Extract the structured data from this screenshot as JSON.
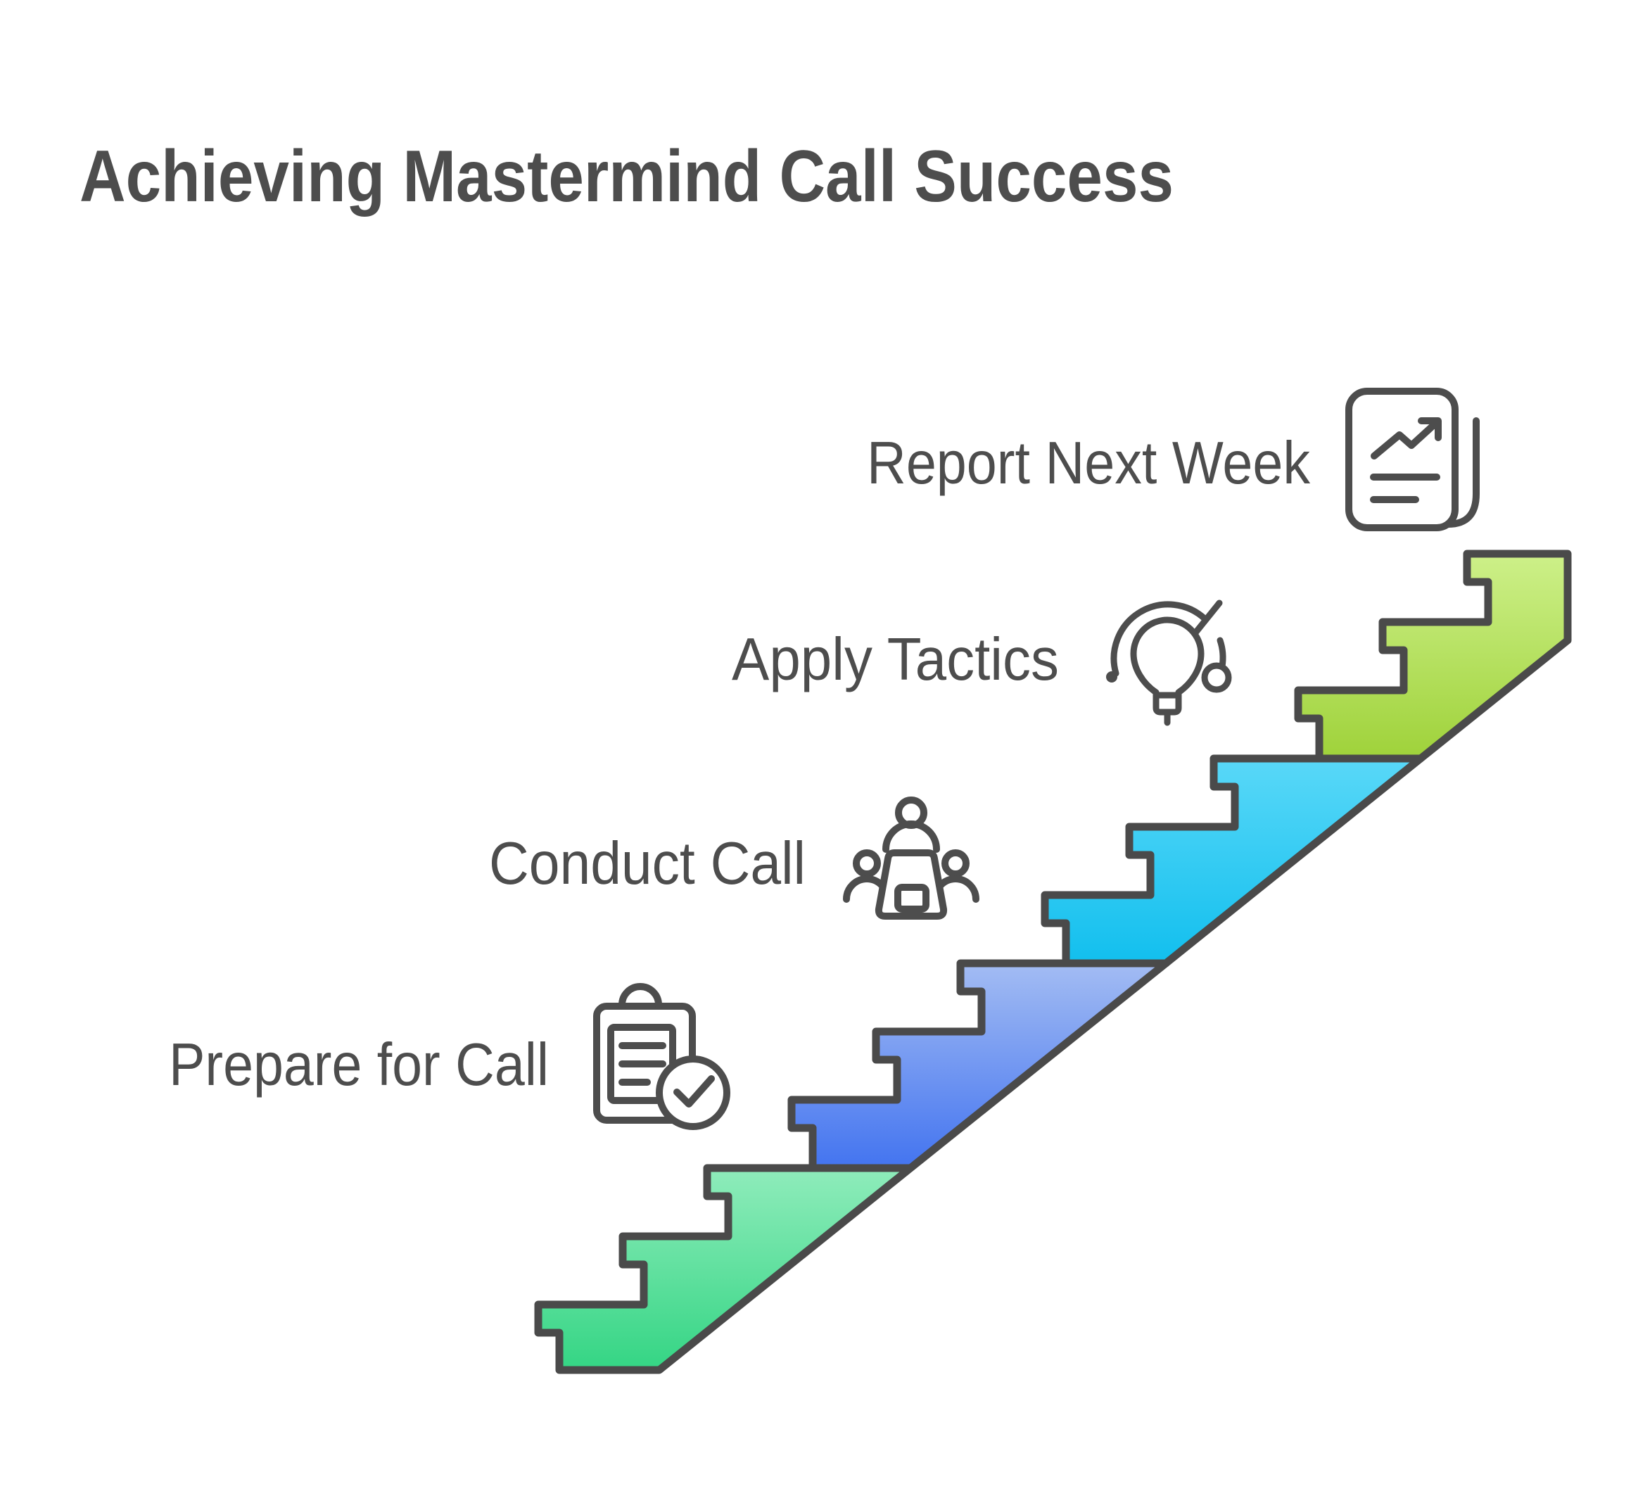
{
  "title": "Achieving Mastermind Call Success",
  "colors": {
    "background": "#ffffff",
    "outline": "#4a4a4a",
    "text": "#4d4d4d",
    "icon_stroke": "#4d4d4d"
  },
  "steps": [
    {
      "label": "Prepare for Call",
      "icon": "clipboard-check-icon",
      "segment_color_top": "#8fecbb",
      "segment_color_bottom": "#34d584"
    },
    {
      "label": "Conduct Call",
      "icon": "meeting-icon",
      "segment_color_top": "#a3bcf3",
      "segment_color_bottom": "#4374f0"
    },
    {
      "label": "Apply Tactics",
      "icon": "lightbulb-idea-icon",
      "segment_color_top": "#59d8f8",
      "segment_color_bottom": "#12bfee"
    },
    {
      "label": "Report Next Week",
      "icon": "report-chart-icon",
      "segment_color_top": "#cdf089",
      "segment_color_bottom": "#9fd23a"
    }
  ]
}
